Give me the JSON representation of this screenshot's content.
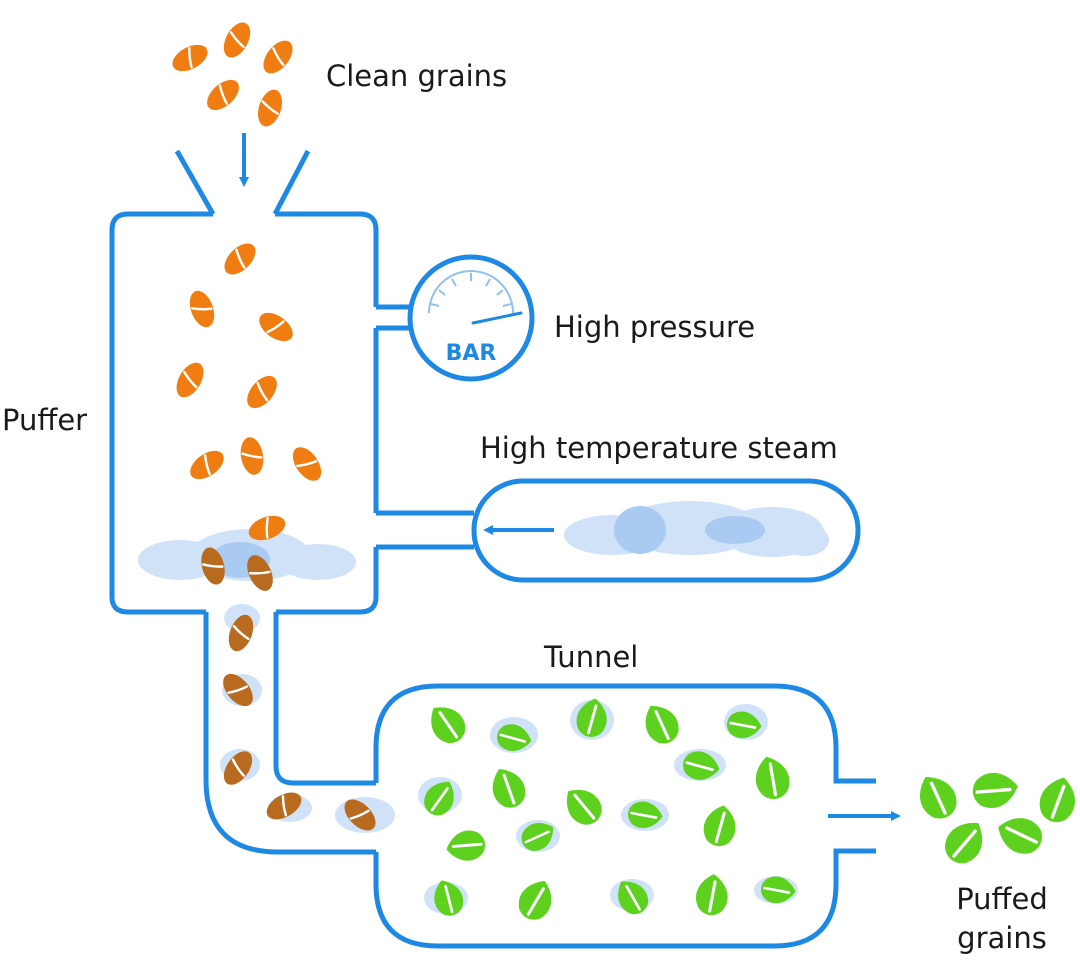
{
  "labels": {
    "clean_grains": "Clean grains",
    "high_pressure": "High pressure",
    "puffer": "Puffer",
    "high_temperature_steam": "High temperature steam",
    "tunnel": "Tunnel",
    "puffed_grains_line1": "Puffed",
    "puffed_grains_line2": "grains",
    "gauge_unit": "BAR"
  },
  "colors": {
    "outline": "#1e88e5",
    "raw_grain": "#ef7d12",
    "steamed_grain": "#b86a1f",
    "puffed_grain": "#5ed11f",
    "steam_light": "#cfe2f7",
    "steam_dark": "#a9cbf2"
  },
  "icons": {
    "grain": "grain-icon",
    "puffed_grain": "puffed-grain-icon",
    "gauge": "pressure-gauge-icon",
    "steam": "steam-cloud-icon"
  }
}
